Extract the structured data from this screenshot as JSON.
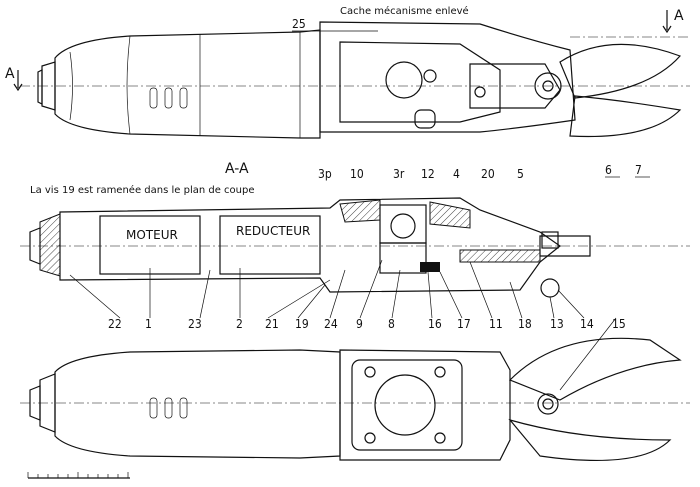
{
  "captions": {
    "top": "Cache mécanisme enlevé",
    "section_title": "A-A",
    "section_note": "La vis 19 est ramenée dans le plan de coupe",
    "section_marker": "A"
  },
  "section_labels": {
    "motor": "MOTEUR",
    "reducer": "REDUCTEUR"
  },
  "callouts": {
    "top_view": [
      "25",
      "6",
      "7"
    ],
    "section_top": [
      "3p",
      "10",
      "3r",
      "12",
      "4",
      "20",
      "5"
    ],
    "section_bottom": [
      "22",
      "1",
      "23",
      "2",
      "21",
      "19",
      "24",
      "9",
      "8",
      "16",
      "17",
      "11",
      "18",
      "13",
      "14",
      "15"
    ]
  }
}
